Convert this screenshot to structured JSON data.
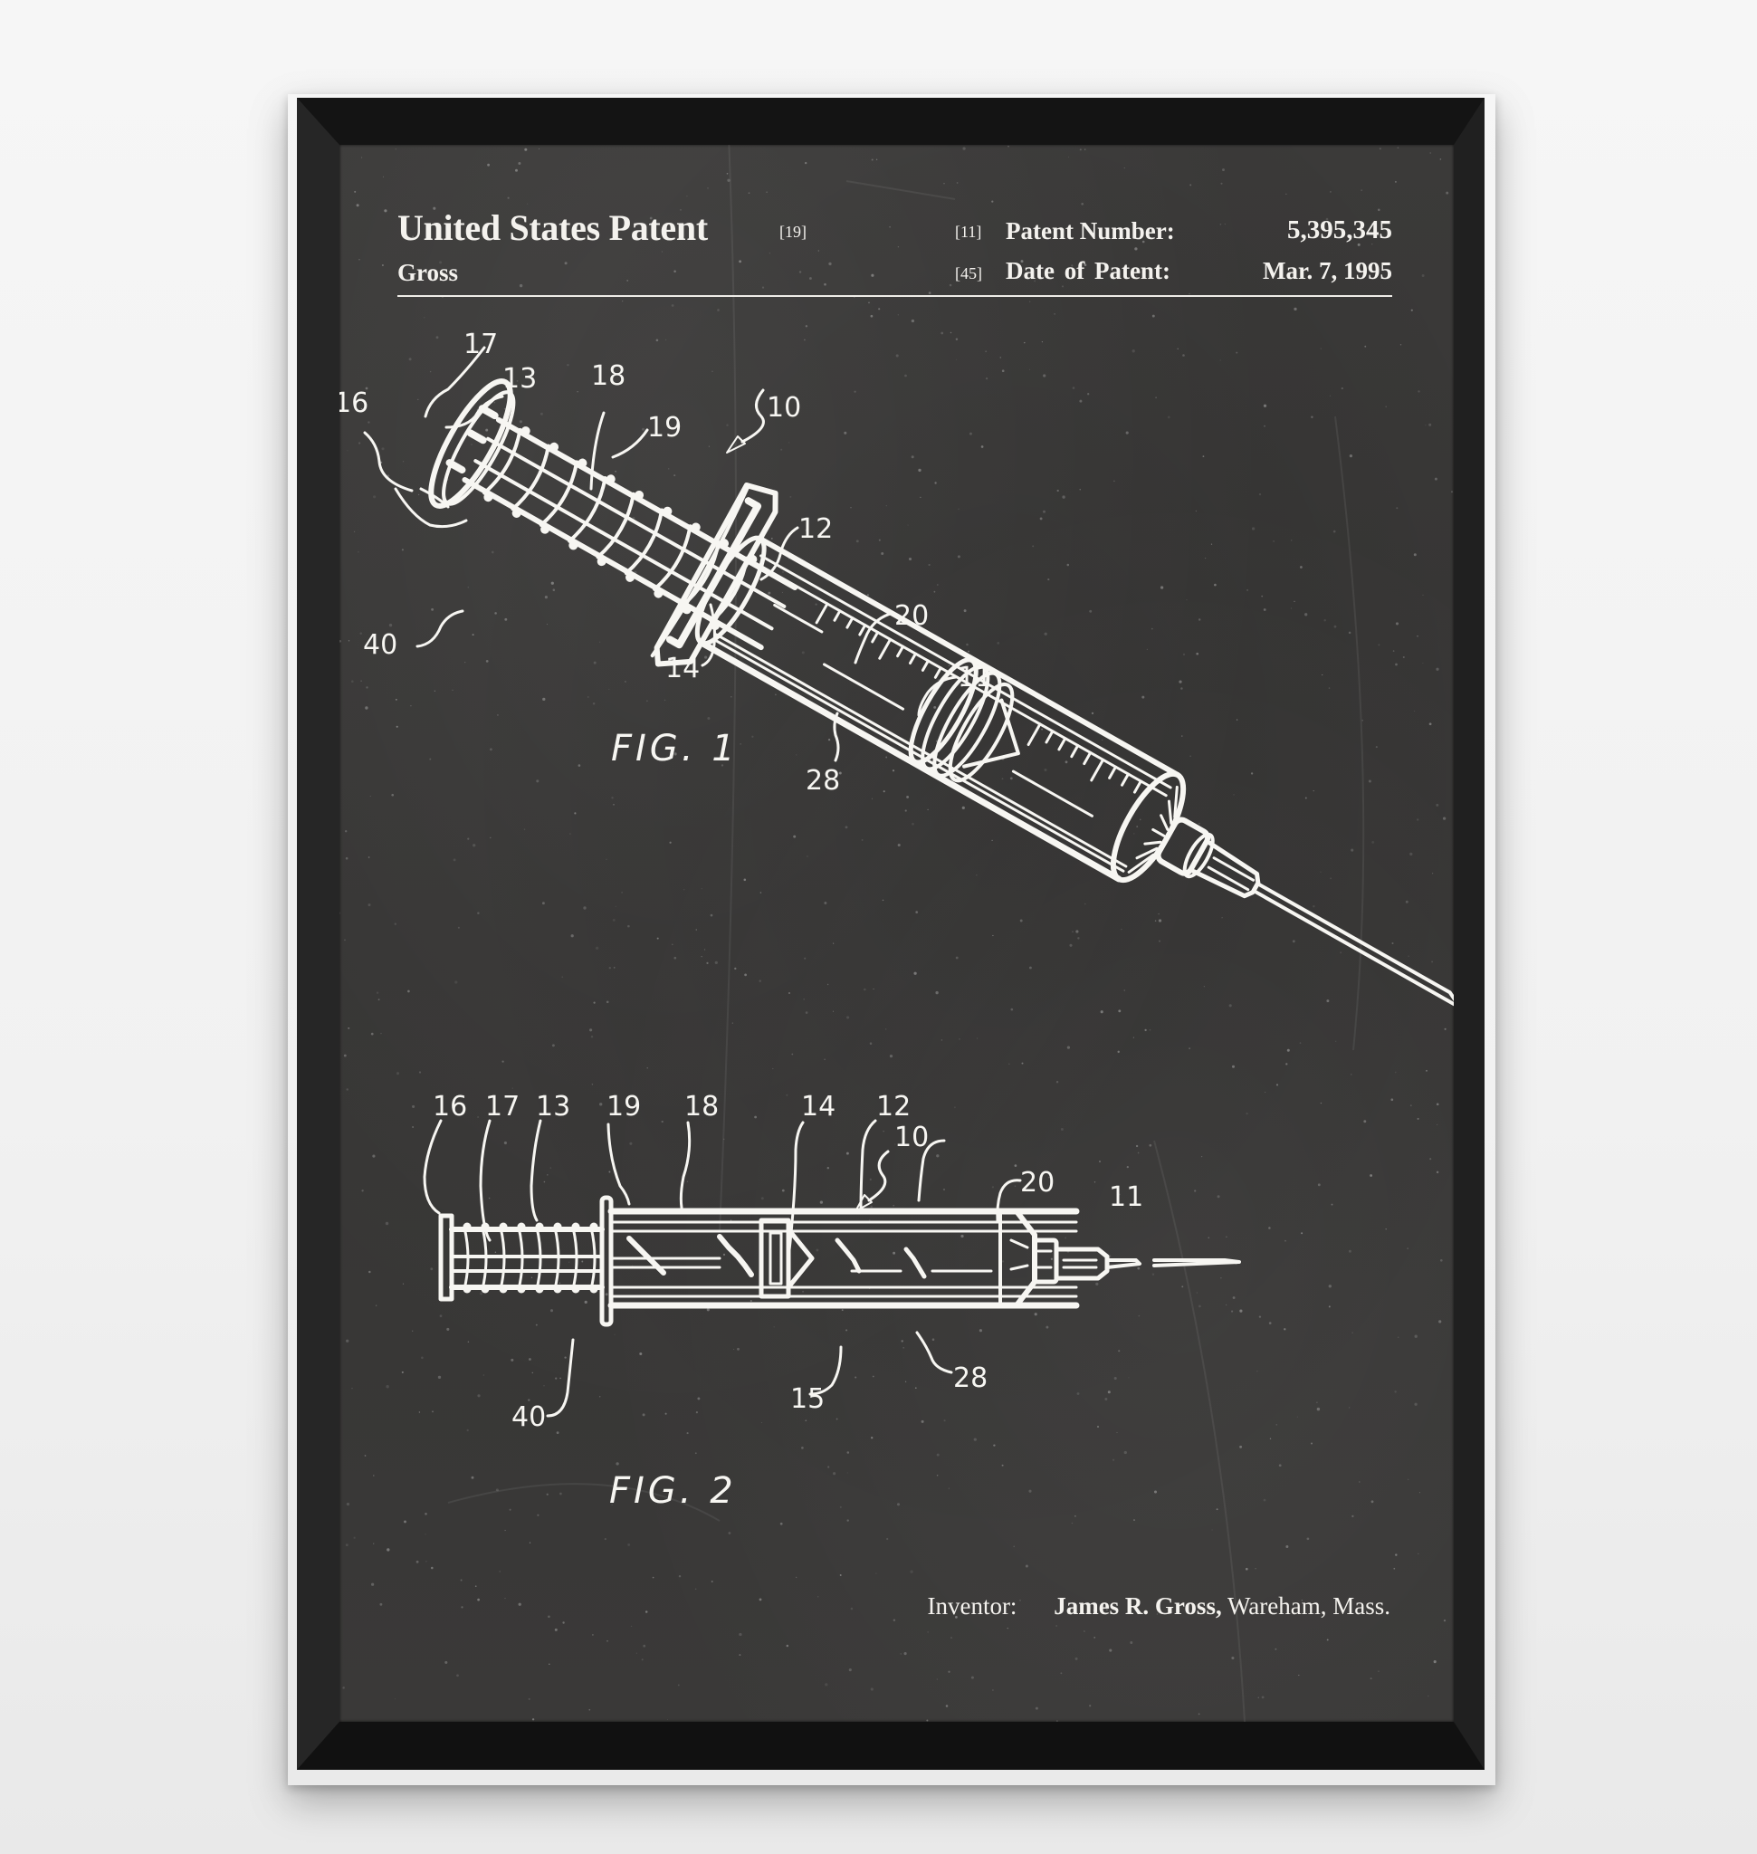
{
  "header": {
    "title": "United States Patent",
    "title_code": "[19]",
    "assignee": "Gross",
    "patent_number_code": "[11]",
    "patent_number_label": "Patent Number:",
    "patent_number": "5,395,345",
    "date_code": "[45]",
    "date_label": "Date of Patent:",
    "date": "Mar. 7, 1995"
  },
  "figures": [
    {
      "label": "FIG. 1",
      "refs": [
        "16",
        "17",
        "13",
        "18",
        "19",
        "10",
        "40",
        "12",
        "20",
        "14",
        "11",
        "28"
      ]
    },
    {
      "label": "FIG. 2",
      "refs": [
        "16",
        "17",
        "13",
        "19",
        "18",
        "14",
        "12",
        "10",
        "20",
        "11",
        "40",
        "15",
        "28"
      ]
    }
  ],
  "footer": {
    "inventor_label": "Inventor:",
    "inventor_name": "James R. Gross,",
    "inventor_location": "Wareham, Mass."
  },
  "colors": {
    "board": "#383736",
    "chalk": "#f7f6f2",
    "frame": "#1b1b1b",
    "wall": "#f2f2f2"
  }
}
